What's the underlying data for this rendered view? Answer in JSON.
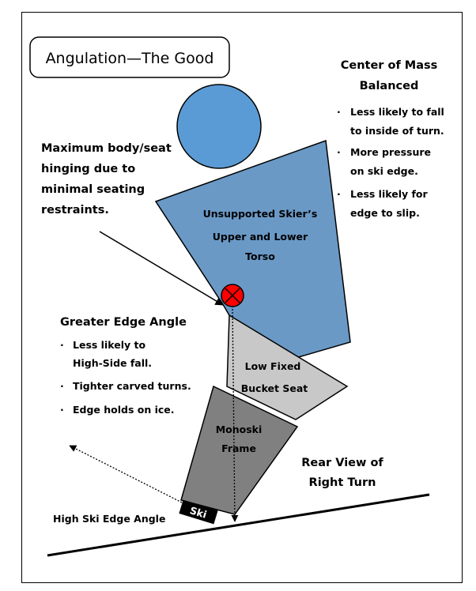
{
  "title": "Angulation—The Good",
  "center_of_mass": {
    "heading_lines": [
      "Center of Mass",
      "Balanced"
    ],
    "bullets": [
      [
        "Less likely to fall",
        "to inside of turn."
      ],
      [
        "More pressure",
        "on ski edge."
      ],
      [
        "Less likely for",
        "edge to slip."
      ]
    ]
  },
  "hinging_note": [
    "Maximum body/seat",
    "hinging due to",
    "minimal seating",
    "restraints."
  ],
  "edge_angle": {
    "heading": "Greater Edge Angle",
    "bullets": [
      [
        "Less likely to",
        "High-Side fall."
      ],
      [
        "Tighter carved turns."
      ],
      [
        "Edge holds on ice."
      ]
    ]
  },
  "torso_label": [
    "Unsupported Skier’s",
    "Upper and Lower",
    "Torso"
  ],
  "seat_label": [
    "Low Fixed",
    "Bucket Seat"
  ],
  "frame_label": [
    "Monoski",
    "Frame"
  ],
  "ski_label": "Ski",
  "rear_view_label": [
    "Rear View of",
    "Right Turn"
  ],
  "high_edge_label": "High Ski Edge Angle",
  "colors": {
    "head": "#5b9bd5",
    "torso": "#6a99c6",
    "seat": "#c8c8c8",
    "frame": "#808080",
    "hinge": "#ff0000",
    "ski": "#000000"
  }
}
